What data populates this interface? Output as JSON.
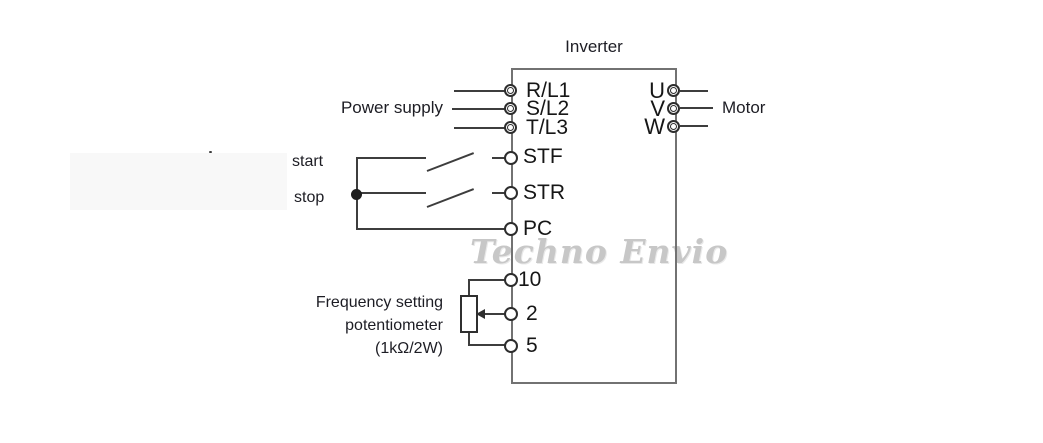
{
  "watermark": "Techno Envio",
  "diagram": {
    "title": "Inverter",
    "labels": {
      "power_supply": "Power supply",
      "motor": "Motor",
      "start": "start",
      "stop": "stop",
      "freq_line1": "Frequency setting",
      "freq_line2": "potentiometer",
      "freq_line3": "(1kΩ/2W)"
    },
    "terminals": {
      "power_input": [
        {
          "label": "R/L1"
        },
        {
          "label": "S/L2"
        },
        {
          "label": "T/L3"
        }
      ],
      "control": [
        {
          "label": "STF"
        },
        {
          "label": "STR"
        },
        {
          "label": "PC"
        }
      ],
      "frequency": [
        {
          "label": "10"
        },
        {
          "label": "2"
        },
        {
          "label": "5"
        }
      ],
      "output": [
        {
          "label": "U"
        },
        {
          "label": "V"
        },
        {
          "label": "W"
        }
      ]
    },
    "components": {
      "potentiometer": "frequency-setting-potentiometer",
      "switches": [
        "start-switch",
        "stop-switch"
      ]
    },
    "colors": {
      "wire": "#3d3d3d",
      "box_border": "#727272",
      "text": "#1d1d24",
      "watermark": "#c7c7c7",
      "background": "#ffffff"
    }
  }
}
